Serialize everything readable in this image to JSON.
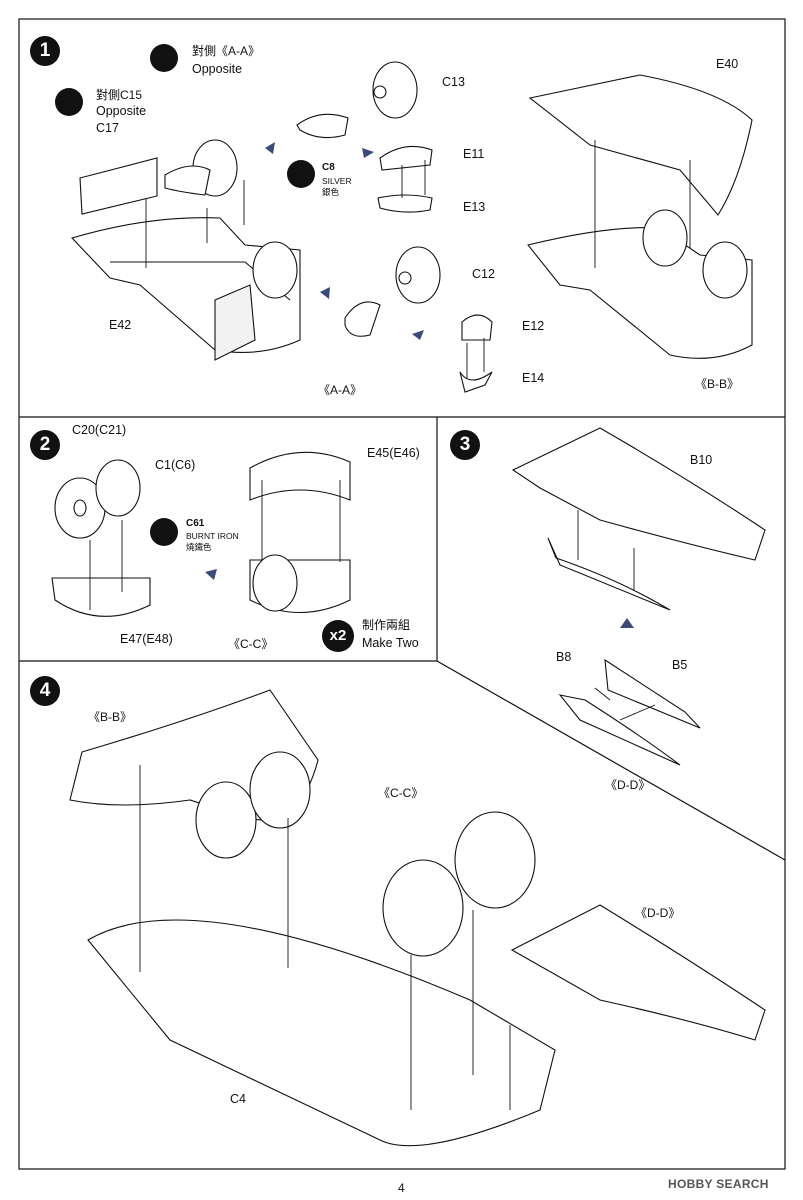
{
  "steps": [
    {
      "number": "1"
    },
    {
      "number": "2"
    },
    {
      "number": "3"
    },
    {
      "number": "4"
    }
  ],
  "step1": {
    "opposite_c15_cn": "對側C15",
    "opposite_c15_en": "Opposite",
    "c17": "C17",
    "opposite_aa_cn": "對側《A-A》",
    "opposite_aa_en": "Opposite",
    "c13": "C13",
    "e11": "E11",
    "e13": "E13",
    "c12": "C12",
    "e12": "E12",
    "e14": "E14",
    "e42": "E42",
    "e40": "E40",
    "aa_label": "《A-A》",
    "bb_label": "《B-B》",
    "paint_code": "C8",
    "paint_en": "SILVER",
    "paint_cn": "銀色"
  },
  "step2": {
    "c20": "C20(C21)",
    "c1": "C1(C6)",
    "e45": "E45(E46)",
    "e47": "E47(E48)",
    "cc_label": "《C-C》",
    "paint_code": "C61",
    "paint_en": "BURNT IRON",
    "paint_cn": "燒鐵色",
    "make_two_mult": "x2",
    "make_two_cn": "制作兩組",
    "make_two_en": "Make Two"
  },
  "step3": {
    "b10": "B10",
    "b8": "B8",
    "b5": "B5",
    "dd_label": "《D-D》"
  },
  "step4": {
    "bb": "《B-B》",
    "cc": "《C-C》",
    "dd": "《D-D》",
    "c4": "C4"
  },
  "footer": {
    "page_number": "4",
    "brand": "HOBBY SEARCH"
  }
}
